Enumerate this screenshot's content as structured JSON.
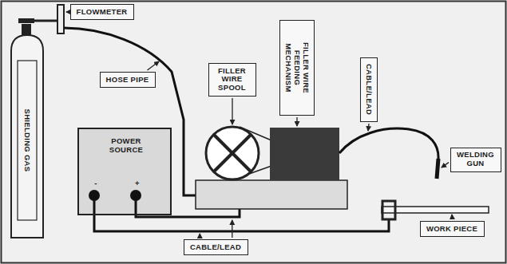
{
  "diagram": {
    "nodes": [
      {
        "text": [
          "FLOWMETER"
        ]
      },
      {
        "text": [
          "SHIELDING GAS"
        ]
      },
      {
        "text": [
          "HOSE PIPE"
        ]
      },
      {
        "text": [
          "POWER SOURCE",
          "-",
          "+"
        ]
      },
      {
        "text": [
          "FILLER WIRE SPOOL"
        ]
      },
      {
        "text": [
          "FILLER WIRE FEEDING MECHANISM"
        ]
      },
      {
        "text": [
          "CABLE/LEAD"
        ]
      },
      {
        "text": [
          "WELDING GUN"
        ]
      },
      {
        "text": [
          "WORK PIECE"
        ]
      },
      {
        "text": [
          "CABLE/LEAD"
        ]
      }
    ]
  }
}
